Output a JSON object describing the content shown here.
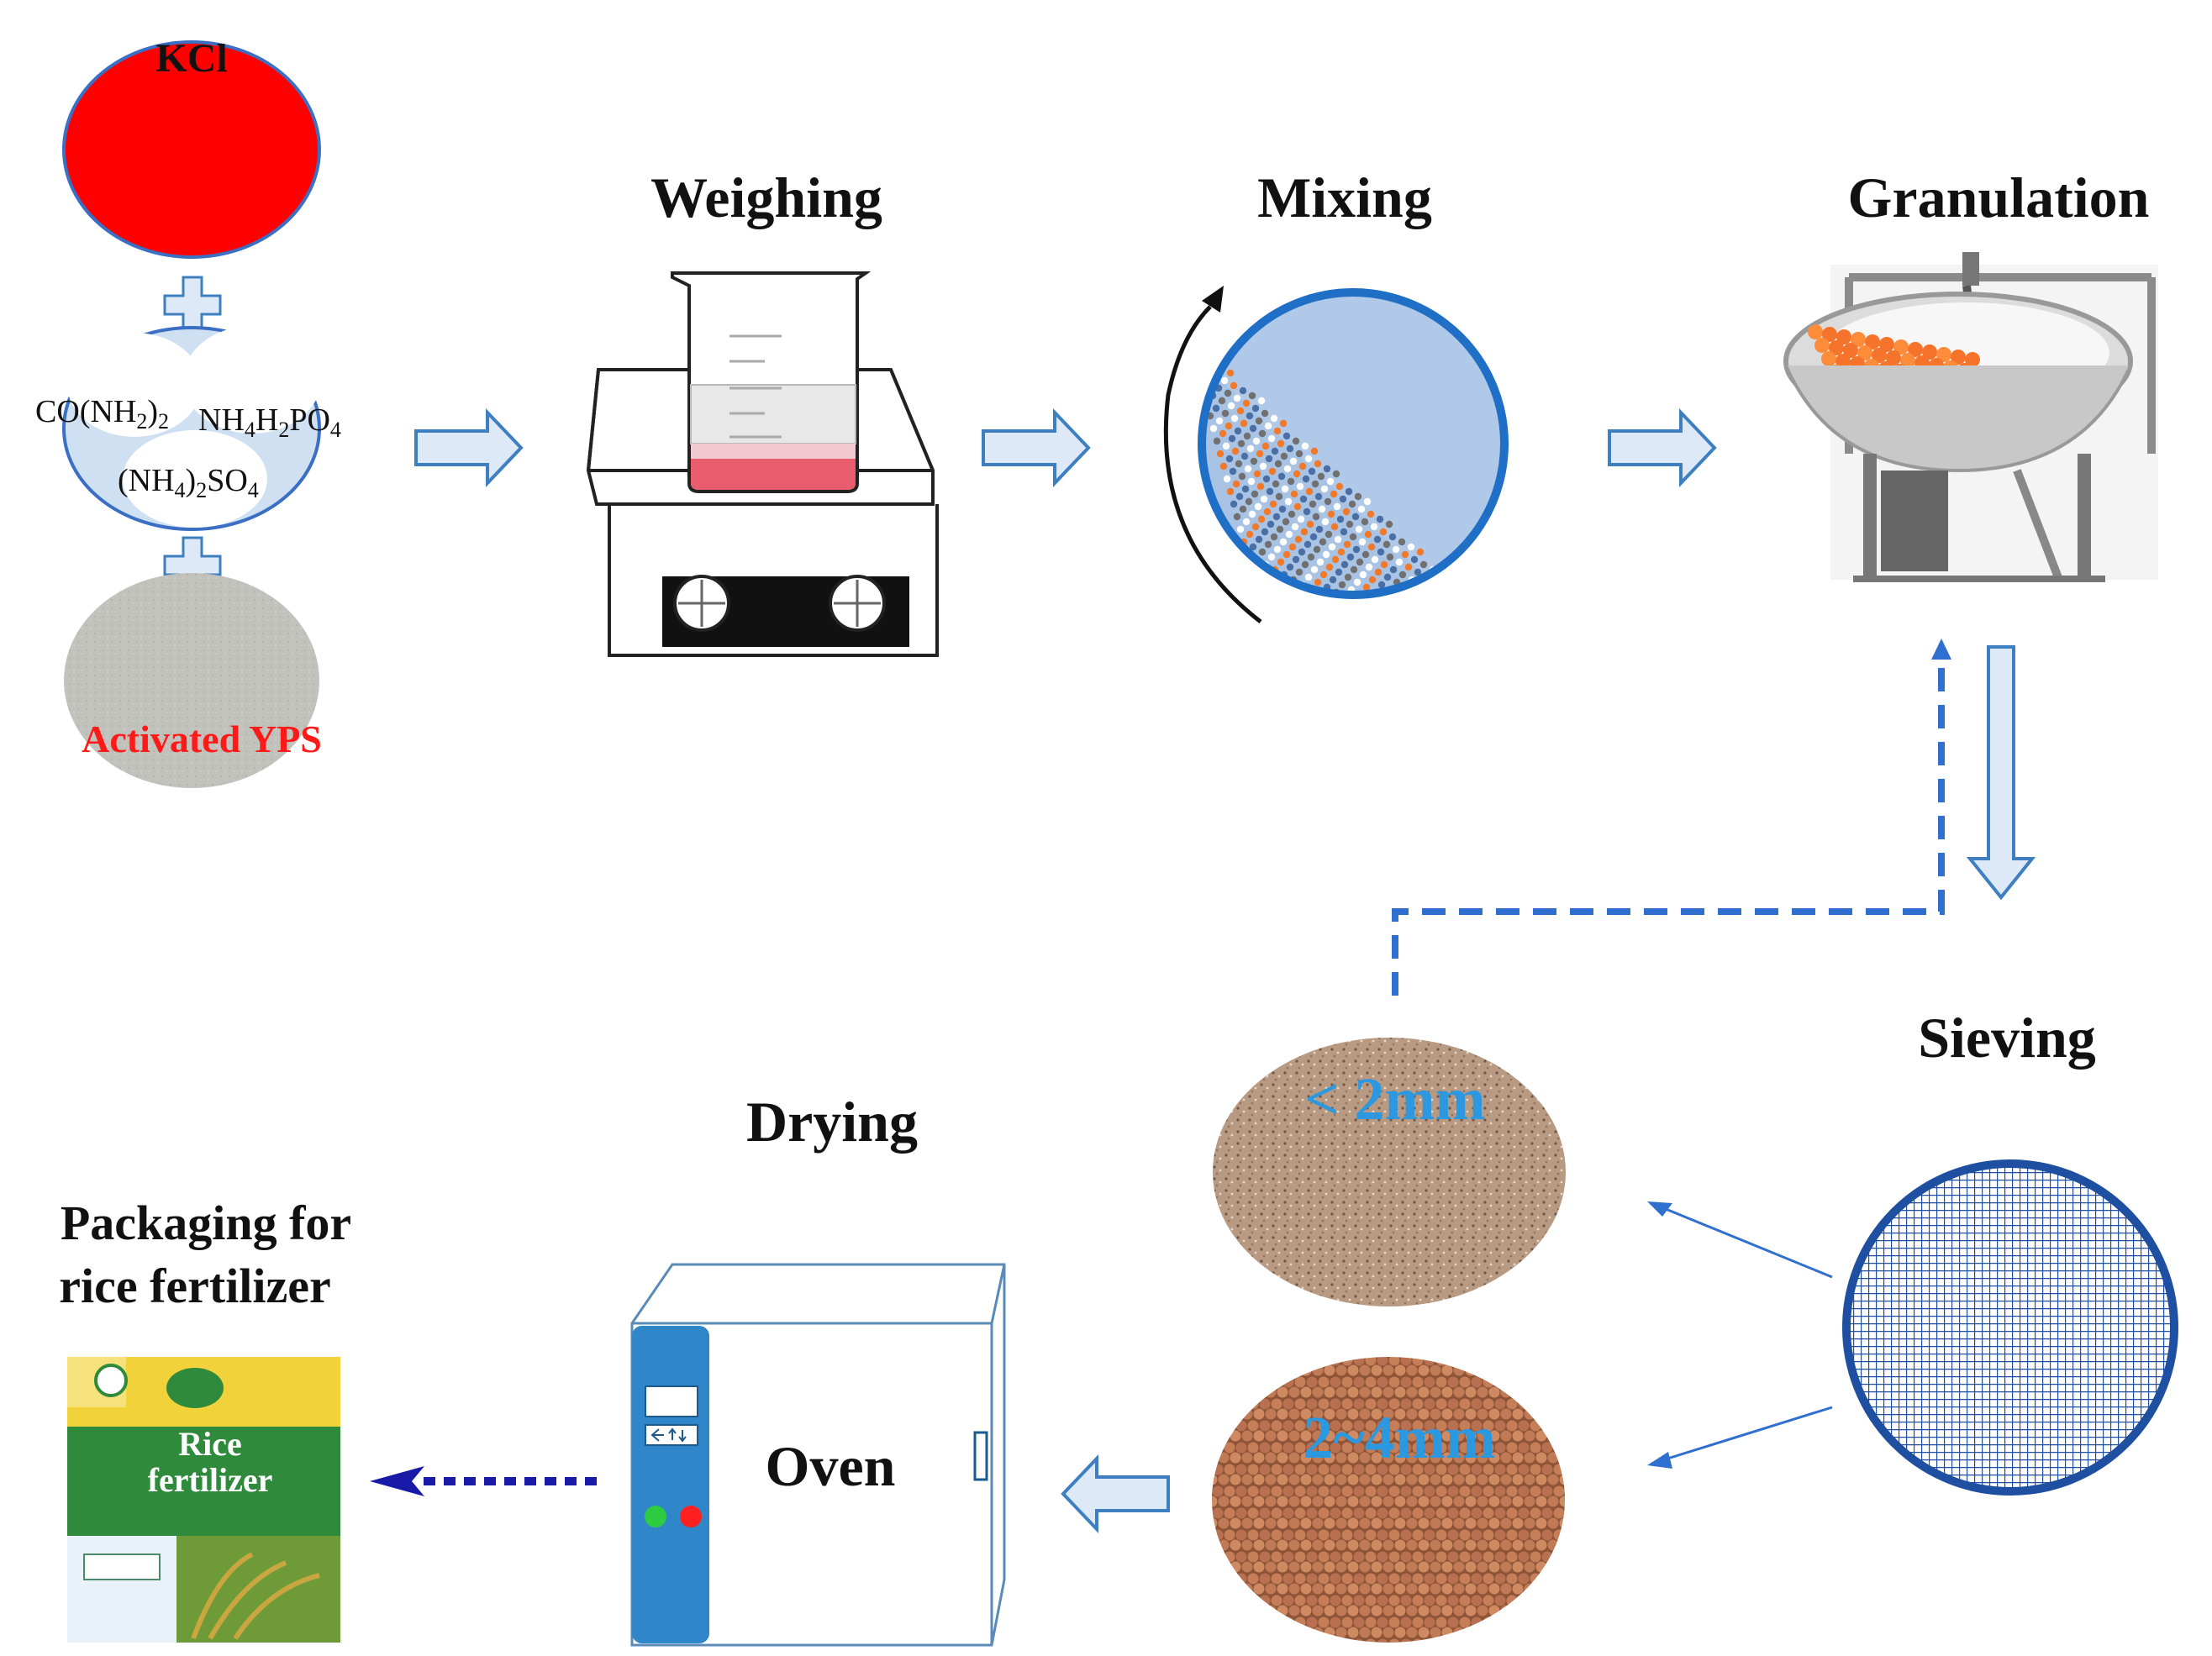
{
  "colors": {
    "kcl_red": "#ff0000",
    "activated_label": "#ff1a1a",
    "arrow_fill": "#dde9f7",
    "arrow_stroke": "#3d7fc0",
    "dashed_blue": "#2f6fcf",
    "sieve_blue": "#1e4fa0",
    "size_label": "#2b98e0",
    "oven_panel": "#2f87c9",
    "bag_green": "#2f8a3c",
    "bag_yellow": "#f2d23a"
  },
  "labels": {
    "kcl": "KCl",
    "urea_prefix": "CO",
    "urea_paren": "(NH",
    "urea_sub": "2",
    "urea_close": ")",
    "urea_end": "2",
    "map_nh": "NH",
    "map_4": "4",
    "map_h": "H",
    "map_2": "2",
    "map_po": "PO",
    "map_4b": "4",
    "as_open": "(NH",
    "as_4": "4",
    "as_close": ")",
    "as_2": "2",
    "as_so": "SO",
    "as_4b": "4",
    "activated_yps": "Activated YPS",
    "weighing": "Weighing",
    "mixing": "Mixing",
    "granulation": "Granulation",
    "sieving": "Sieving",
    "lt_2mm": "< 2mm",
    "range_2_4mm": "2~4mm",
    "drying": "Drying",
    "oven": "Oven",
    "packaging_line1": "Packaging for",
    "packaging_line2": "rice fertilizer",
    "bag_rice": "Rice",
    "bag_fertilizer": "fertilizer"
  },
  "icons": {
    "plus": "plus-icon",
    "right_arrow": "right-arrow-icon",
    "down_arrow": "down-arrow-icon",
    "left_arrow": "left-arrow-icon"
  }
}
